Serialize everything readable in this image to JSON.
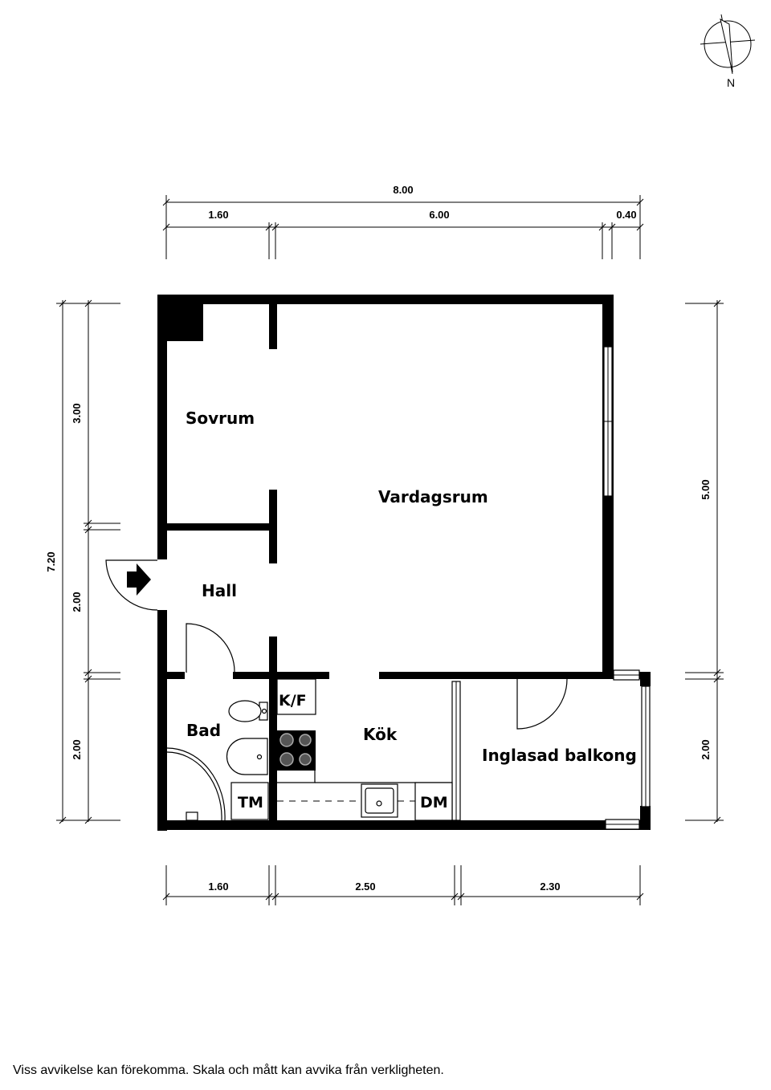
{
  "compass": {
    "north_label": "N"
  },
  "dimensions": {
    "top_total": "8.00",
    "top_segments": [
      "1.60",
      "6.00",
      "0.40"
    ],
    "bottom_segments": [
      "1.60",
      "2.50",
      "2.30"
    ],
    "left_total": "7.20",
    "left_segments": [
      "3.00",
      "2.00",
      "2.00"
    ],
    "right_segments": [
      "5.00",
      "2.00"
    ]
  },
  "rooms": {
    "sovrum": "Sovrum",
    "vardagsrum": "Vardagsrum",
    "hall": "Hall",
    "bad": "Bad",
    "kok": "Kök",
    "balkong": "Inglasad balkong"
  },
  "fixtures": {
    "kf": "K/F",
    "tm": "TM",
    "dm": "DM"
  },
  "disclaimer": "Viss avvikelse kan förekomma. Skala och mått kan avvika från verkligheten."
}
